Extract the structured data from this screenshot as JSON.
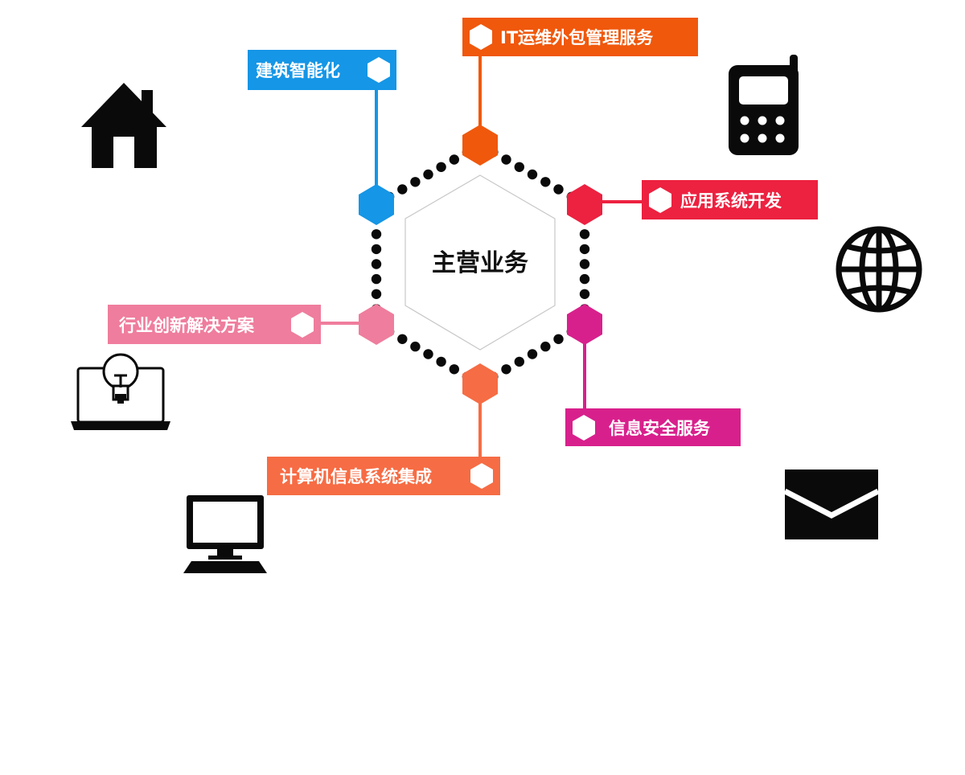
{
  "center": {
    "title": "主营业务",
    "border_color": "#c8c8c8"
  },
  "colors": {
    "dots": "#0a0a0a",
    "icon": "#0a0a0a"
  },
  "services": [
    {
      "id": "building",
      "label": "建筑智能化",
      "color": "#1596e6"
    },
    {
      "id": "it-ops",
      "label": "IT运维外包管理服务",
      "color": "#f0580c"
    },
    {
      "id": "app-dev",
      "label": "应用系统开发",
      "color": "#ed2140"
    },
    {
      "id": "solutions",
      "label": "行业创新解决方案",
      "color": "#ef7d9d"
    },
    {
      "id": "security",
      "label": "信息安全服务",
      "color": "#d8208c"
    },
    {
      "id": "integration",
      "label": "计算机信息系统集成",
      "color": "#f66c44"
    }
  ],
  "icons": [
    "home-icon",
    "mobile-phone-icon",
    "globe-icon",
    "laptop-idea-icon",
    "desktop-computer-icon",
    "mail-icon"
  ]
}
